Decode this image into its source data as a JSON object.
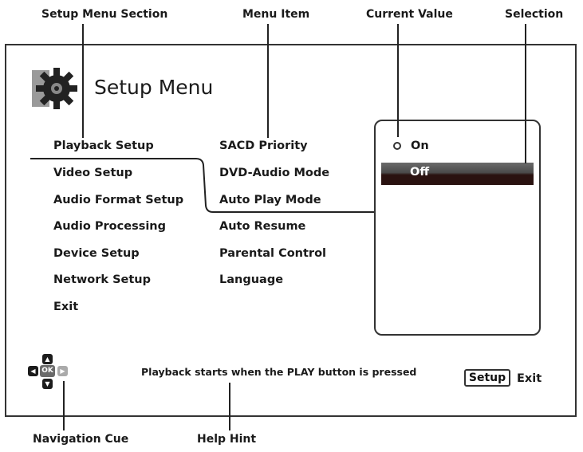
{
  "callouts": {
    "setup_menu_section": "Setup Menu Section",
    "menu_item": "Menu Item",
    "current_value": "Current Value",
    "selection": "Selection",
    "navigation_cue": "Navigation Cue",
    "help_hint": "Help Hint"
  },
  "screen": {
    "title": "Setup Menu",
    "icon": "gear-icon",
    "sections": [
      "Playback Setup",
      "Video Setup",
      "Audio Format Setup",
      "Audio Processing",
      "Device Setup",
      "Network Setup",
      "Exit"
    ],
    "items": [
      "SACD Priority",
      "DVD-Audio Mode",
      "Auto Play Mode",
      "Auto Resume",
      "Parental Control",
      "Language"
    ],
    "values": {
      "current": "On",
      "selected": "Off"
    },
    "help_hint": "Playback starts when the PLAY button is pressed",
    "nav": {
      "ok": "OK"
    },
    "setup_button": "Setup",
    "exit_label": "Exit"
  },
  "colors": {
    "selection_bar": "#2a1210",
    "border": "#333333"
  }
}
